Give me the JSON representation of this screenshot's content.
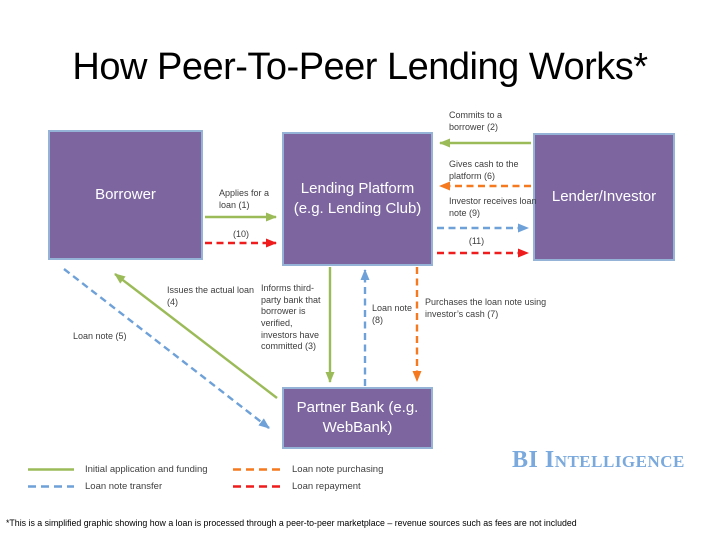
{
  "title": "How Peer-To-Peer Lending Works*",
  "footnote": "*This is a simplified graphic showing how a loan is processed through a peer-to-peer marketplace – revenue sources such as fees are not included",
  "logo": "BI Intelligence",
  "colors": {
    "box_fill": "#7d66a0",
    "box_border": "#95b3d7",
    "green": "#9bbb59",
    "blue": "#6fa1d9",
    "orange": "#f4791f",
    "red": "#ee1c1c",
    "logo_blue": "#7aa9dd"
  },
  "nodes": {
    "borrower": "Borrower",
    "lending_platform": "Lending Platform (e.g. Lending Club)",
    "lender_investor": "Lender/Investor",
    "partner_bank": "Partner Bank (e.g. WebBank)"
  },
  "labels": {
    "applies": "Applies for a loan (1)",
    "ten": "(10)",
    "commits": "Commits to a borrower (2)",
    "gives_cash": "Gives cash to the platform (6)",
    "investor_receives": "Investor receives loan note (9)",
    "eleven": "(11)",
    "issues": "Issues the actual loan (4)",
    "loan_note_5": "Loan note (5)",
    "informs": "Informs third-party bank that borrower is verified, investors have committed (3)",
    "loan_note_8": "Loan note (8)",
    "purchases": "Purchases the loan note using investor’s cash (7)"
  },
  "legend": [
    {
      "label": "Initial application and funding",
      "style": "solid",
      "color": "#9bbb59"
    },
    {
      "label": "Loan note transfer",
      "style": "dashed",
      "color": "#6fa1d9"
    },
    {
      "label": "Loan note purchasing",
      "style": "dashed",
      "color": "#f4791f"
    },
    {
      "label": "Loan repayment",
      "style": "dashed",
      "color": "#ee1c1c"
    }
  ]
}
